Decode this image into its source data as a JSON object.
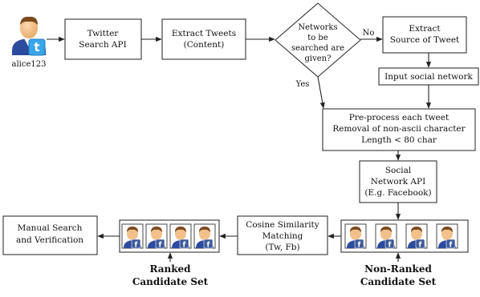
{
  "user": {
    "name": "alice123"
  },
  "nodes": {
    "twitter_api": [
      "Twitter",
      "Search API"
    ],
    "extract_tweets": [
      "Extract Tweets",
      "(Content)"
    ],
    "decision": [
      "Networks",
      "to be",
      "searched are",
      "given?"
    ],
    "extract_source": [
      "Extract",
      "Source of Tweet"
    ],
    "input_network": [
      "Input social network"
    ],
    "preprocess": [
      "Pre-process each tweet",
      "Removal of non-ascii character",
      "Length < 80 char"
    ],
    "social_api": [
      "Social",
      "Network API",
      "(E.g. Facebook)"
    ],
    "cosine": [
      "Cosine Similarity",
      "Matching",
      "(Tw, Fb)"
    ],
    "manual": [
      "Manual Search",
      "and Verification"
    ]
  },
  "edge_labels": {
    "no": "No",
    "yes": "Yes"
  },
  "sets": {
    "ranked": [
      "Ranked",
      "Candidate Set"
    ],
    "non_ranked": [
      "Non-Ranked",
      "Candidate Set"
    ]
  },
  "icons": {
    "user": "twitter-user-icon",
    "candidate": "facebook-user-icon",
    "candidate_count": 4
  },
  "colors": {
    "twitter_badge": "#3aa6e8",
    "facebook_badge": "#3b5998",
    "shirt": "#2c4a9e",
    "skin": "#f2c08a",
    "hair": "#7a4a1e"
  }
}
